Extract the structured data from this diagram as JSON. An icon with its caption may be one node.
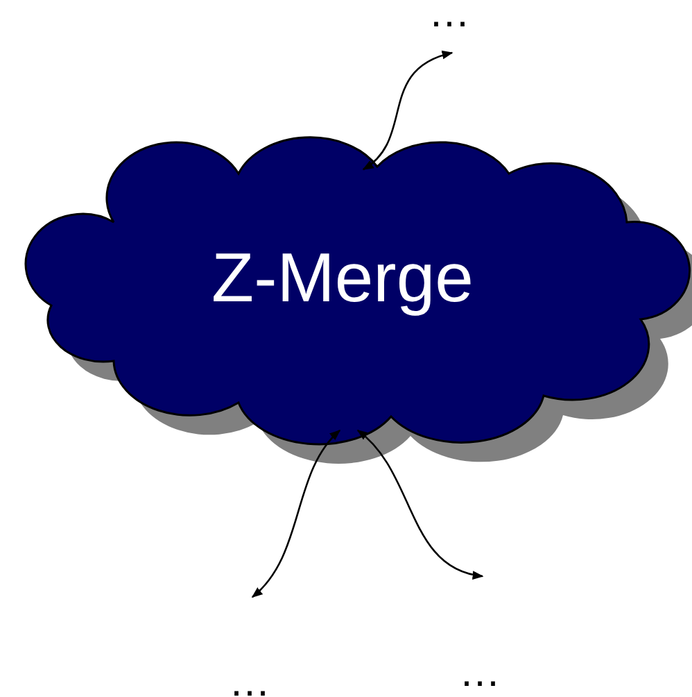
{
  "diagram": {
    "nodes": [
      {
        "text": [
          "Z-Merge"
        ]
      },
      {
        "text": [
          "…"
        ]
      },
      {
        "text": [
          "…"
        ]
      },
      {
        "text": [
          "…"
        ]
      }
    ],
    "edges": [
      {
        "from": 0,
        "to": 1,
        "arrow": "both"
      },
      {
        "from": 0,
        "to": 2,
        "arrow": "both"
      },
      {
        "from": 0,
        "to": 3,
        "arrow": "both"
      }
    ]
  }
}
